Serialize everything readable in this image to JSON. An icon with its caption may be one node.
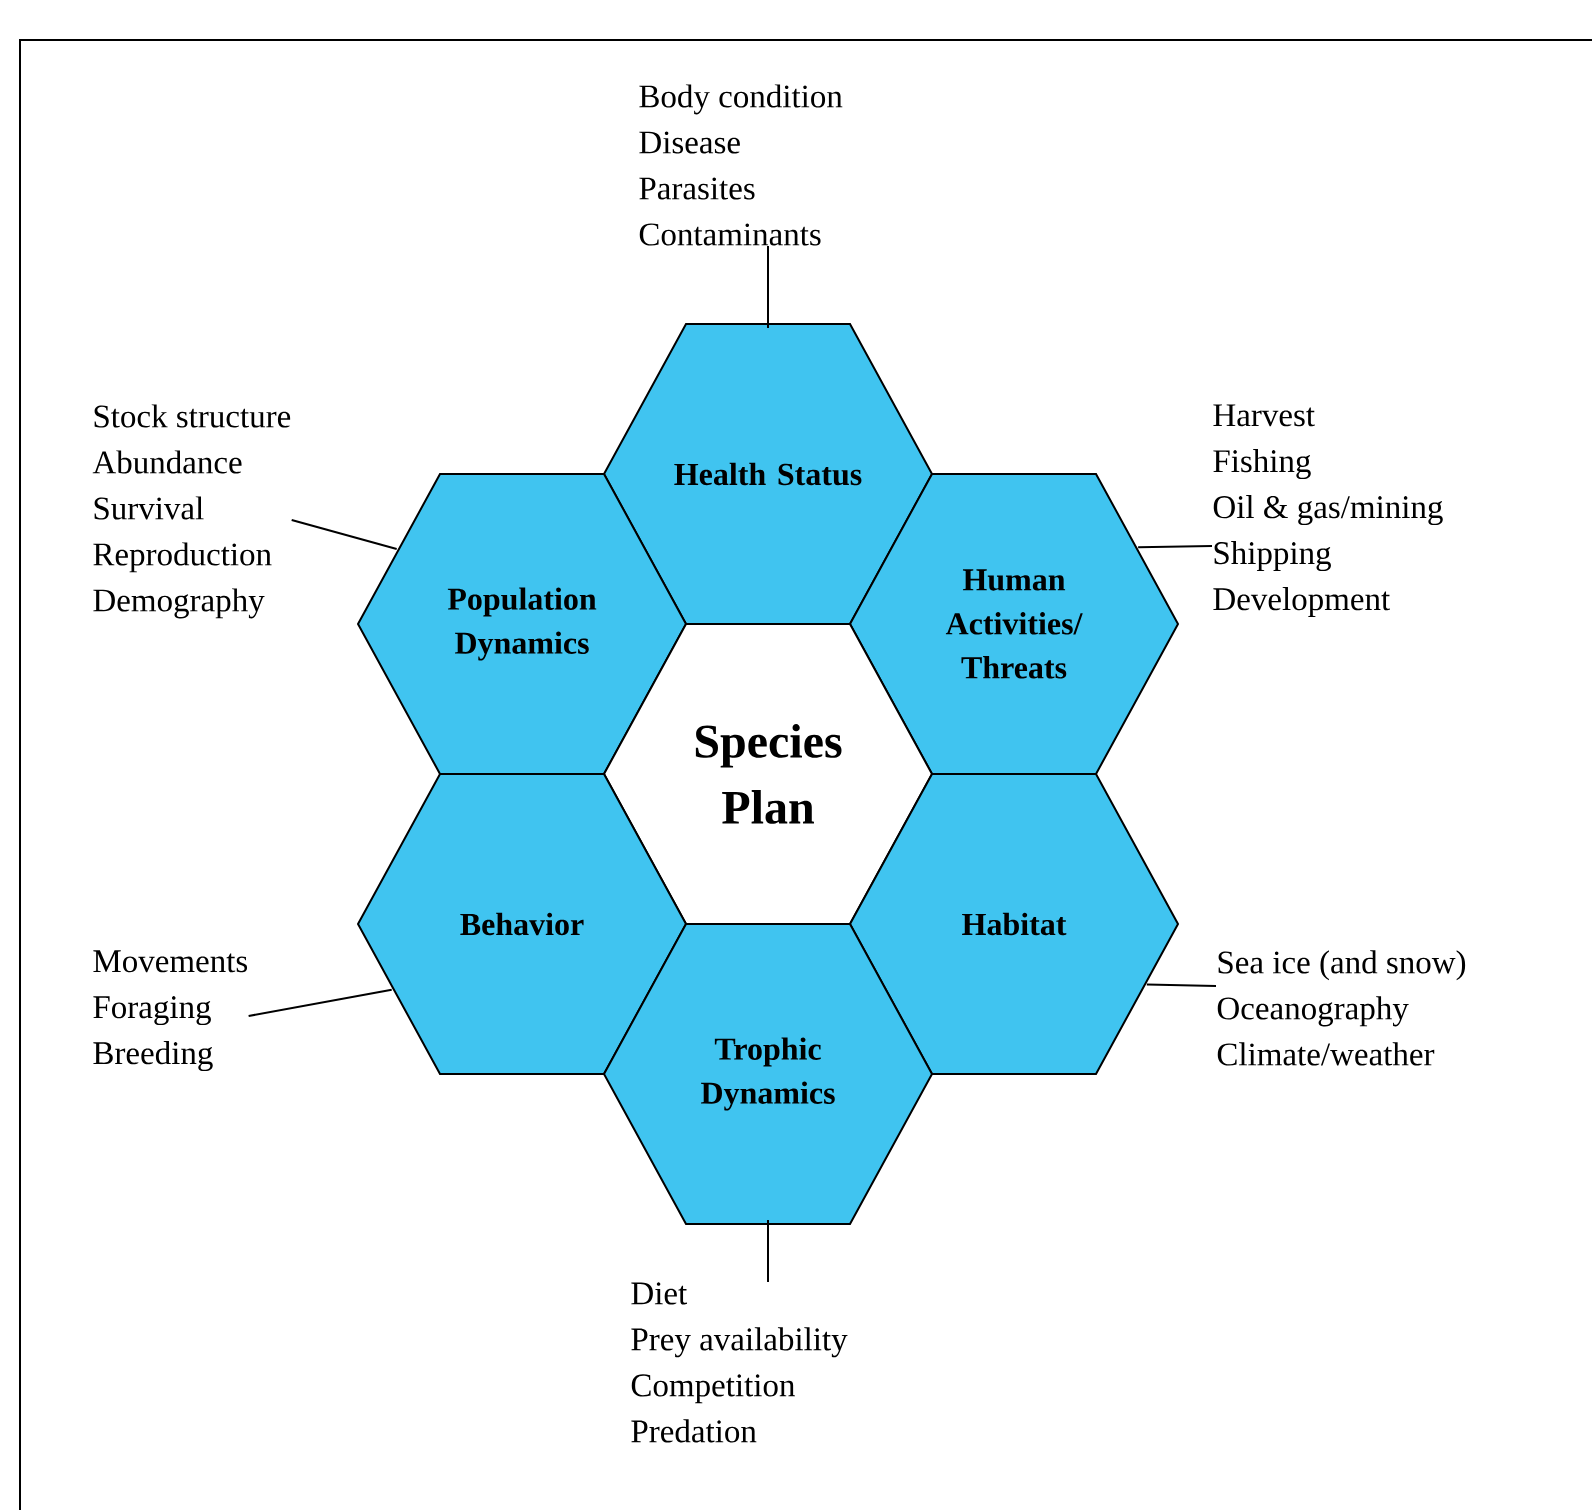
{
  "diagram": {
    "nodes": [
      {
        "text": [
          "Body condition",
          "Disease",
          "Parasites",
          "Contaminants"
        ]
      },
      {
        "text": [
          "Stock structure",
          "Abundance",
          "Survival",
          "Reproduction",
          "Demography"
        ]
      },
      {
        "text": [
          "Harvest",
          "Fishing",
          "Oil & gas/mining",
          "Shipping",
          "Development"
        ]
      },
      {
        "text": [
          "Health Status"
        ]
      },
      {
        "text": [
          "Population Dynamics"
        ]
      },
      {
        "text": [
          "Human Activities/ Threats"
        ]
      },
      {
        "text": [
          "Species Plan"
        ]
      },
      {
        "text": [
          "Behavior"
        ]
      },
      {
        "text": [
          "Habitat"
        ]
      },
      {
        "text": [
          "Trophic Dynamics"
        ]
      },
      {
        "text": [
          "Movements",
          "Foraging",
          "Breeding"
        ]
      },
      {
        "text": [
          "Sea ice (and snow)",
          "Oceanography",
          "Climate/weather"
        ]
      },
      {
        "text": [
          "Diet",
          "Prey availability",
          "Competition",
          "Predation"
        ]
      }
    ],
    "edges": [
      {
        "from": 0,
        "to": 3,
        "arrow": "none"
      },
      {
        "from": 1,
        "to": 4,
        "arrow": "none"
      },
      {
        "from": 2,
        "to": 5,
        "arrow": "none"
      },
      {
        "from": 10,
        "to": 7,
        "arrow": "none"
      },
      {
        "from": 11,
        "to": 8,
        "arrow": "none"
      },
      {
        "from": 12,
        "to": 9,
        "arrow": "none"
      }
    ]
  }
}
